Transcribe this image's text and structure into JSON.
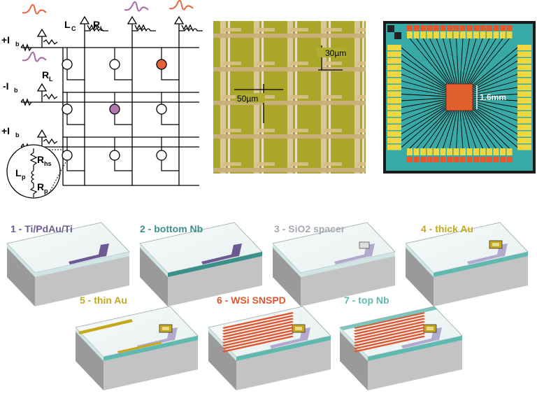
{
  "circuit": {
    "bias_labels": [
      "+I",
      "-I",
      "+I"
    ],
    "bias_subscript": "b",
    "inductor_label": "L",
    "inductor_sub": "C",
    "load_label": "R",
    "load_sub": "L",
    "load_label_row2": "R",
    "load_sub_row2": "L",
    "pixel_lp": "L",
    "pixel_lp_sub": "p",
    "pixel_rhs": "R",
    "pixel_rhs_sub": "hs",
    "pixel_rp": "R",
    "pixel_rp_sub": "p",
    "pulse_colors": [
      "#e8673f",
      "#a86aa6",
      "#e8673f",
      "#a86aa6"
    ],
    "hit_colors": {
      "orange": "#e2603a",
      "purple": "#b07ab0"
    }
  },
  "micrograph": {
    "scale_small": "30µm",
    "scale_large": "50µm"
  },
  "chip": {
    "scale": "1.6mm"
  },
  "steps": [
    {
      "label": "1 - Ti/PdAu/Ti",
      "color": "#6b5a93"
    },
    {
      "label": "2 - bottom Nb",
      "color": "#3a8f8a"
    },
    {
      "label": "3 - SiO2 spacer",
      "color": "#a8a8b4"
    },
    {
      "label": "4 - thick Au",
      "color": "#c6a81e"
    },
    {
      "label": "5 - thin Au",
      "color": "#c6a81e"
    },
    {
      "label": "6 - WSi SNSPD",
      "color": "#e0572f"
    },
    {
      "label": "7 - top Nb",
      "color": "#5fb9b0"
    }
  ]
}
